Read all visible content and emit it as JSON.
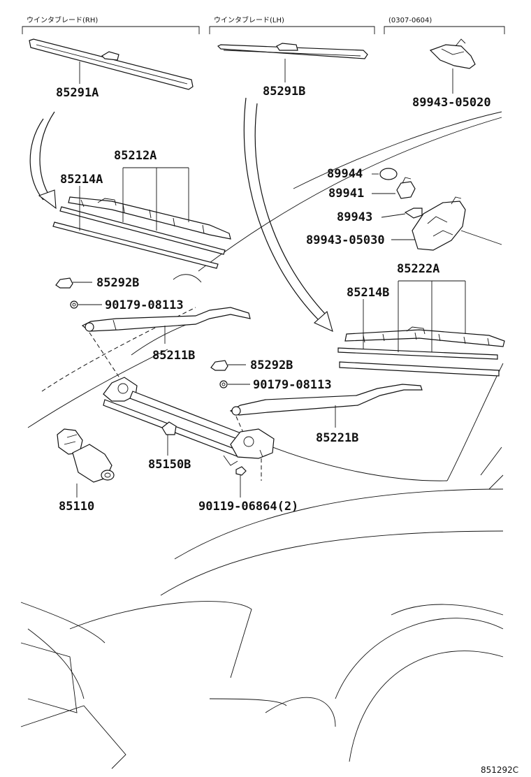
{
  "sections": [
    {
      "header": "ウインタブレード(RH)",
      "part": "85291A"
    },
    {
      "header": "ウインタブレード(LH)",
      "part": "85291B"
    },
    {
      "header": "(0307-0604)",
      "part": "89943-05020"
    }
  ],
  "labels": {
    "rh_blade_assy": "85212A",
    "rh_rubber": "85214A",
    "rh_cap": "85292B",
    "rh_nut": "90179-08113",
    "rh_arm": "85211B",
    "lh_cap": "85292B",
    "lh_nut": "90179-08113",
    "lh_arm": "85221B",
    "link": "85150B",
    "motor": "85110",
    "bolt": "90119-06864(2)",
    "washer_grommet": "89944",
    "washer_nozzle": "89941",
    "nozzle_clip": "89943",
    "nozzle_body": "89943-05030",
    "lh_blade_assy": "85222A",
    "lh_rubber": "85214B"
  },
  "figure_code": "851292C"
}
